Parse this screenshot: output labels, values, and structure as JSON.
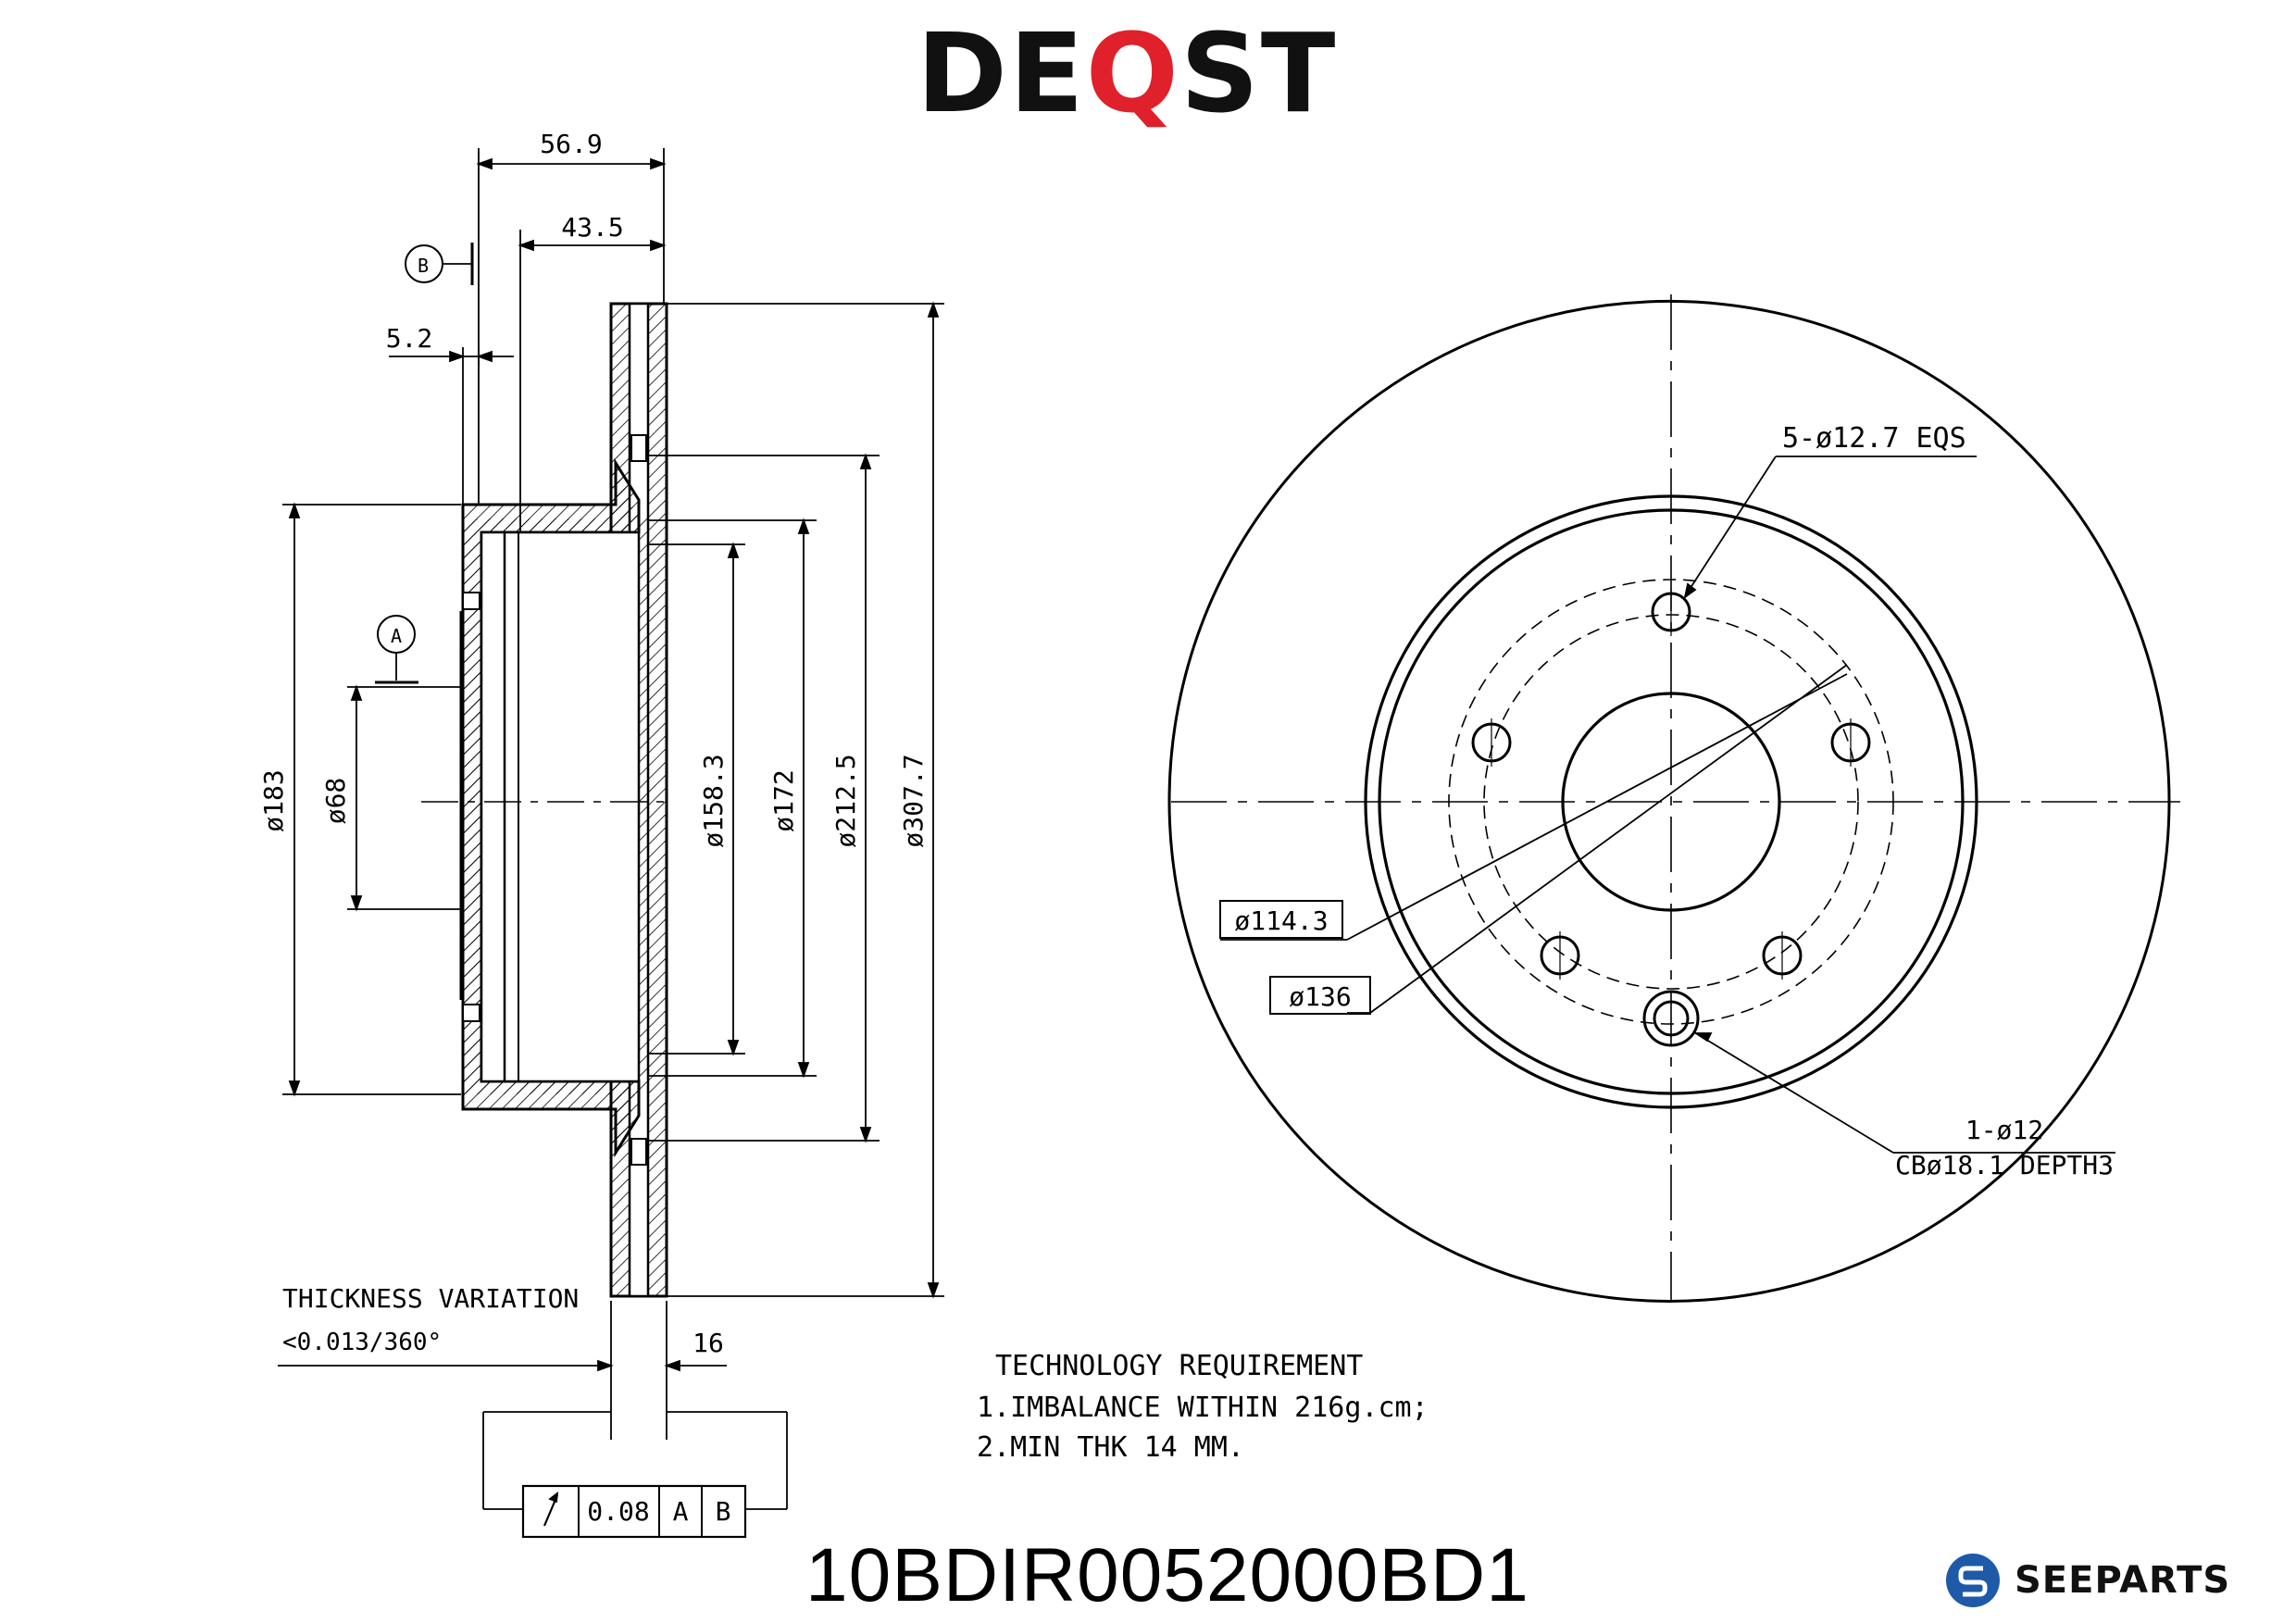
{
  "brand": {
    "prefix": "DE",
    "accent_letter": "Q",
    "suffix": "ST",
    "accent_color": "#e0202a"
  },
  "part_number": "10BDIR0052000BD1",
  "footer_logo": {
    "icon": "seeparts-logo-icon",
    "text": "SEEPARTS",
    "color": "#1e5aa8"
  },
  "side_view": {
    "datum_a": "A",
    "datum_b": "B",
    "dim_overall_height": "56.9",
    "dim_hat_depth": "43.5",
    "dim_flange": "5.2",
    "dim_d183": "ø183",
    "dim_d68": "ø68",
    "dim_d158": "ø158.3",
    "dim_d172": "ø172",
    "dim_d212": "ø212.5",
    "dim_d307": "ø307.7",
    "dim_thickness": "16",
    "thickness_variation_title": "THICKNESS VARIATION",
    "thickness_variation_value": "<0.013/360°",
    "runout_tolerance": "0.08",
    "runout_datum_1": "A",
    "runout_datum_2": "B"
  },
  "front_view": {
    "bolt_holes": "5-ø12.7  EQS",
    "pcd": "ø114.3",
    "dim_d136": "ø136",
    "locator_hole": "1-ø12",
    "counterbore": "CBø18.1 DEPTH3"
  },
  "notes": {
    "title": "TECHNOLOGY REQUIREMENT",
    "items": [
      "1.IMBALANCE WITHIN 216g.cm;",
      "2.MIN THK 14 MM."
    ]
  }
}
